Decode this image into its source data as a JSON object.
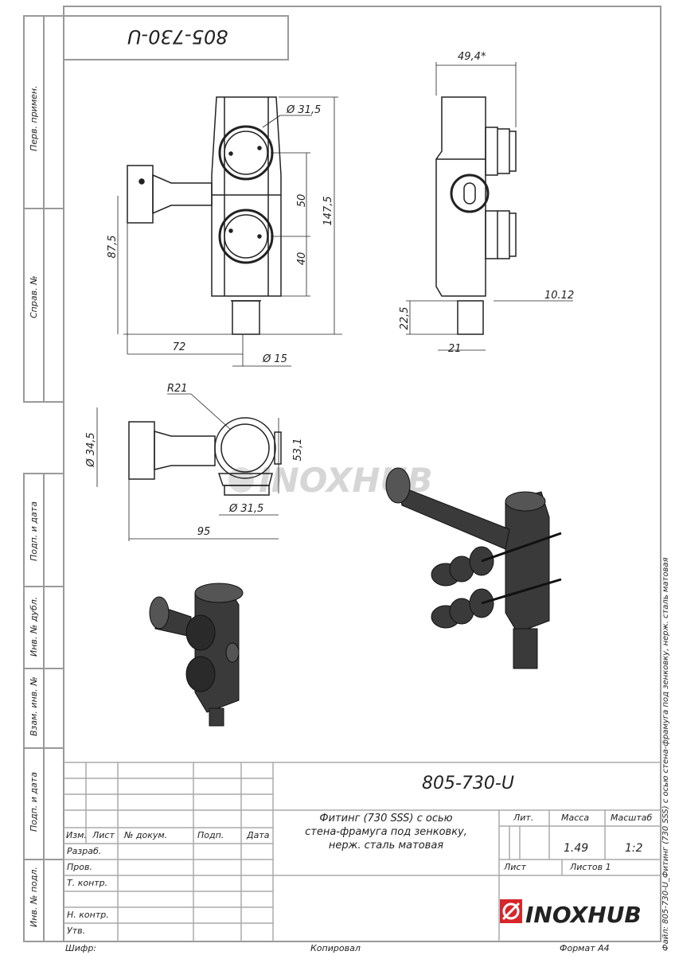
{
  "drawing_number": "805-730-U",
  "drawing_number_inverted": "805-730-U",
  "side_strip": [
    "Перв. примен.",
    "Справ. №",
    "Подп. и дата",
    "Инв. № дубл.",
    "Взам. инв. №",
    "Подп. и дата",
    "Инв. № подл."
  ],
  "dimensions": {
    "front_width_top": "49,4*",
    "hole_dia": "Ø 31,5",
    "spacing_50": "50",
    "height_total": "147,5",
    "height_87": "87,5",
    "spacing_40": "40",
    "length_72": "72",
    "shaft_dia": "Ø 15",
    "height_22": "22,5",
    "width_21": "21",
    "side_10": "10.12",
    "radius": "R21",
    "dia_34": "Ø 34,5",
    "height_53": "53,1",
    "base_dia": "Ø 31,5",
    "length_95": "95"
  },
  "watermark": "INOXHUB",
  "title_block": {
    "title": "Фитинг (730 SSS) с осью стена-фрамуга под зенковку, нерж. сталь матовая",
    "title_lines": [
      "Фитинг (730 SSS) с осью",
      "стена-фрамуга под зенковку,",
      "нерж. сталь матовая"
    ],
    "headers": {
      "izm": "Изм.",
      "list": "Лист",
      "doc": "№ докум.",
      "podp": "Подп.",
      "data": "Дата"
    },
    "roles": [
      "Разраб.",
      "Пров.",
      "Т. контр.",
      "",
      "Н. контр.",
      "Утв."
    ],
    "lit_label": "Лит.",
    "mass_label": "Масса",
    "scale_label": "Масштаб",
    "mass": "1.49",
    "scale": "1:2",
    "sheet_label": "Лист",
    "sheets_label": "Листов 1",
    "logo": "INOXHUB"
  },
  "footer": {
    "cipher": "Шифр:",
    "copied": "Копировал",
    "format": "Формат А4"
  },
  "side_file_label": "Файл: 805-730-U_Фитинг (730 SSS) с осью стена-фрамуга под зенковку, нерж. сталь матовая",
  "colors": {
    "line": "#222222",
    "frame": "#999999",
    "logo_red": "#d7262b",
    "part": "#3a3a3a"
  }
}
